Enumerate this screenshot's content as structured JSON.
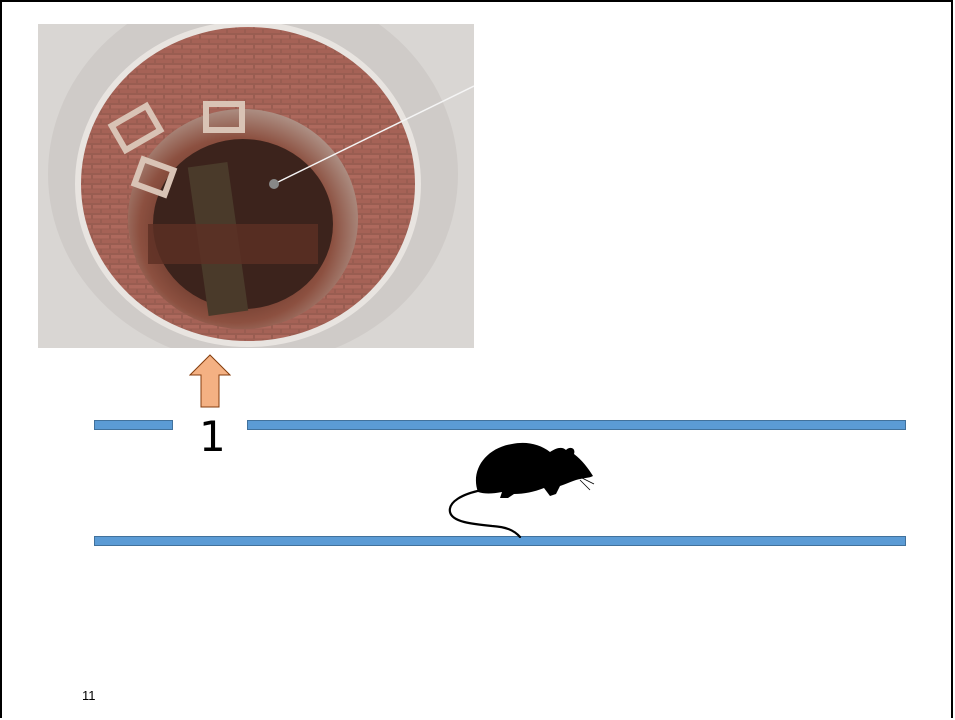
{
  "slide": {
    "opening_label": "1",
    "page_number": "11"
  },
  "colors": {
    "pipe": "#5b9bd5",
    "pipe_border": "#41719c",
    "arrow": "#f4b183",
    "arrow_border": "#843c0c",
    "rat": "#000000"
  },
  "icons": {
    "photo": "manhole-shaft-photo",
    "arrow": "up-arrow-icon",
    "rat": "rat-silhouette-icon"
  }
}
